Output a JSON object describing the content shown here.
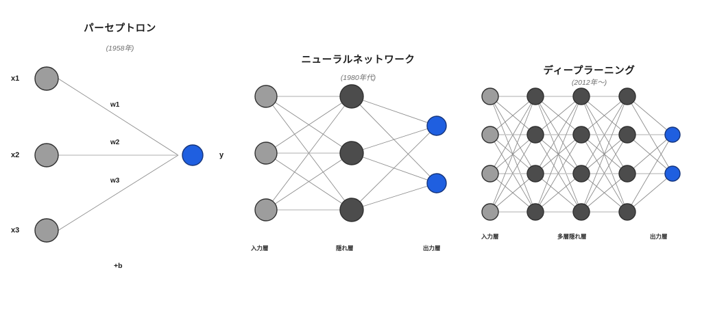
{
  "panels": {
    "perceptron": {
      "title": "パーセプトロン",
      "subtitle": "(1958年)",
      "inputs": [
        {
          "label": "x1"
        },
        {
          "label": "x2"
        },
        {
          "label": "x3"
        }
      ],
      "weights": [
        {
          "label": "w1"
        },
        {
          "label": "w2"
        },
        {
          "label": "w3"
        }
      ],
      "output": {
        "label": "y"
      },
      "bias": {
        "label": "+b"
      }
    },
    "neural_network": {
      "title": "ニューラルネットワーク",
      "subtitle": "(1980年代)",
      "layer_labels": {
        "input": "入力層",
        "hidden": "隠れ層",
        "output": "出力層"
      },
      "layer_sizes": [
        3,
        3,
        2
      ]
    },
    "deep_learning": {
      "title": "ディープラーニング",
      "subtitle": "(2012年〜)",
      "layer_labels": {
        "input": "入力層",
        "hidden": "多層隠れ層",
        "output": "出力層"
      },
      "layer_sizes": [
        4,
        4,
        4,
        4,
        2
      ]
    }
  },
  "colors": {
    "input_node": "#9d9d9d",
    "hidden_node": "#4c4c4c",
    "output_node": "#1f5fe0",
    "edge": "#8c8c8c",
    "background": "#ffffff"
  }
}
